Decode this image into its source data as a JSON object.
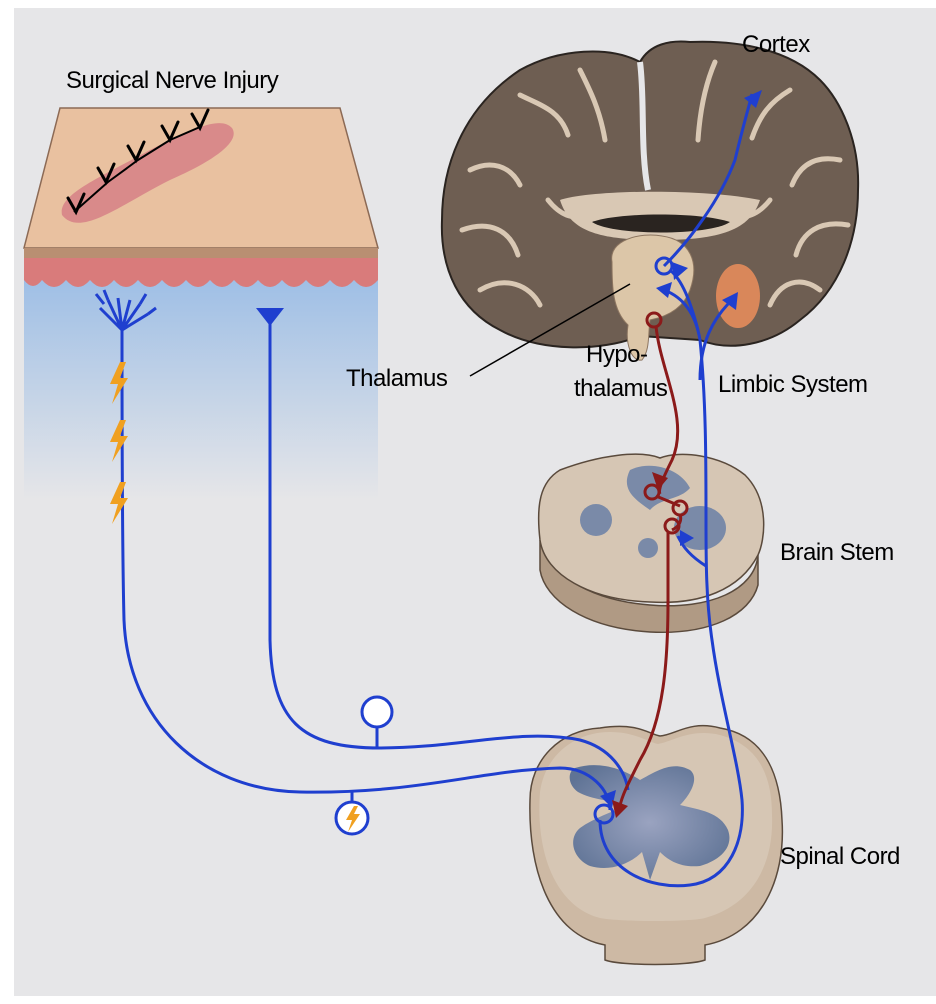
{
  "labels": {
    "surgical_nerve_injury": "Surgical Nerve Injury",
    "cortex": "Cortex",
    "thalamus": "Thalamus",
    "hypo_line1": "Hypo-",
    "hypo_line2": "thalamus",
    "limbic_system": "Limbic System",
    "brain_stem": "Brain Stem",
    "spinal_cord": "Spinal Cord"
  },
  "colors": {
    "background": "#e6e6e8",
    "frame": "#ffffff",
    "skin_top": "#e9c1a0",
    "skin_side": "#b98f72",
    "incision": "#d98a8a",
    "dermis": "#d97b7b",
    "subcutaneous": "#a8c6e8",
    "brain_gray": "#6e5e52",
    "brain_white": "#d9c8b4",
    "tissue": "#d6c6b4",
    "gray_matter": "#7a8aa8",
    "amygdala": "#d9875a",
    "pathway_blue": "#1f3fcf",
    "pathway_red": "#8b1a1a",
    "pain_bolt": "#f0a020"
  }
}
